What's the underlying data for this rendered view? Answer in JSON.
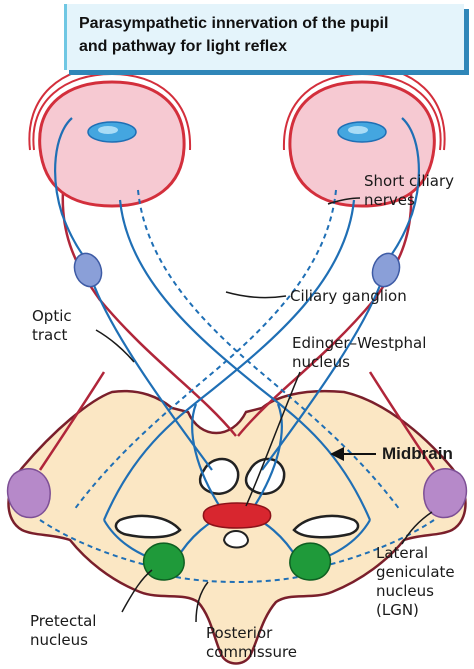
{
  "title": {
    "line1": "Parasympathetic innervation of the pupil",
    "line2": "and pathway for light reflex"
  },
  "labels": {
    "short_ciliary_nerves": [
      "Short ciliary",
      "nerves"
    ],
    "ciliary_ganglion": "Ciliary ganglion",
    "optic_tract": [
      "Optic",
      "tract"
    ],
    "edinger_westphal_nucleus": [
      "Edinger–Westphal",
      "nucleus"
    ],
    "midbrain": "Midbrain",
    "lateral_geniculate_nucleus": [
      "Lateral",
      "geniculate",
      "nucleus",
      "(LGN)"
    ],
    "pretectal_nucleus": [
      "Pretectal",
      "nucleus"
    ],
    "posterior_commissure": [
      "Posterior",
      "commissure"
    ]
  },
  "colors": {
    "title_bg": "#e4f4fb",
    "title_shadow": "#2f86b8",
    "midbrain_fill": "#fbe7c4",
    "nerve": "#1f6fb5",
    "eye_fill": "#f6c9d2",
    "eye_outline": "#d32f3c",
    "pupil": "#44a6e0",
    "ganglion": "#8a9fd8",
    "lgn": "#b689c9",
    "pretectal": "#1f9a3a",
    "edinger_westphal": "#d8262f"
  }
}
